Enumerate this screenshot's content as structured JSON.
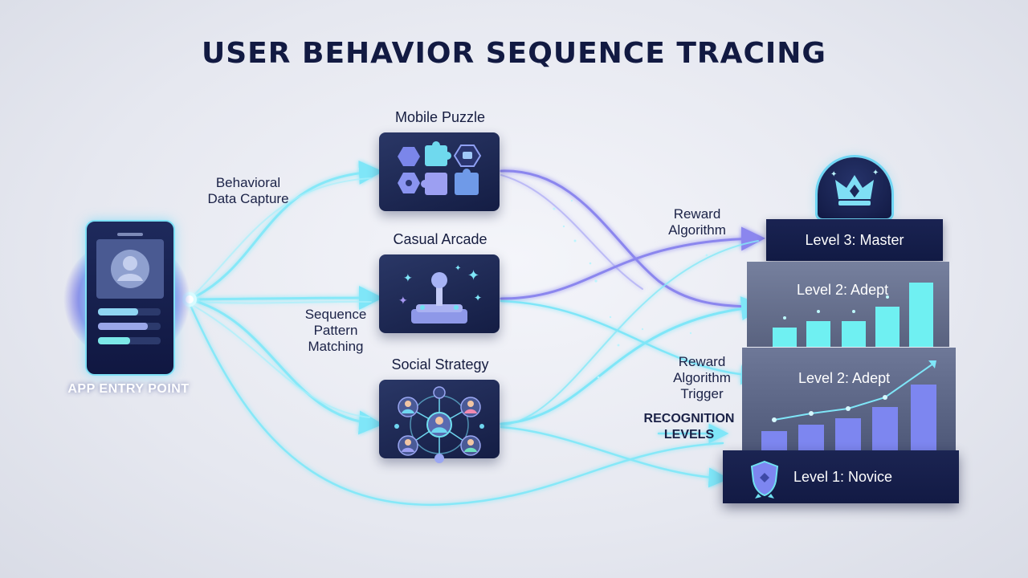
{
  "title": "USER BEHAVIOR SEQUENCE TRACING",
  "entry": {
    "label": "APP ENTRY POINT"
  },
  "flow_labels": {
    "capture": [
      "Behavioral",
      "Data Capture"
    ],
    "pattern": [
      "Sequence",
      "Pattern",
      "Matching"
    ],
    "reward": [
      "Reward",
      "Algorithm"
    ],
    "trigger": [
      "Reward",
      "Algorithm",
      "Trigger"
    ],
    "recognition": [
      "RECOGNITION",
      "LEVELS"
    ]
  },
  "games": [
    {
      "name": "Mobile Puzzle",
      "icon": "puzzle-icon"
    },
    {
      "name": "Casual Arcade",
      "icon": "joystick-icon"
    },
    {
      "name": "Social Strategy",
      "icon": "social-network-icon"
    }
  ],
  "levels": {
    "master": "Level 3: Master",
    "adept_upper": "Level 2: Adept",
    "adept_lower": "Level 2: Adept",
    "novice": "Level 1: Novice"
  },
  "icons": {
    "crown": "crown-icon",
    "shield": "shield-badge-icon",
    "phone": "smartphone-icon"
  },
  "colors": {
    "flow_cyan": "#7fe6f8",
    "flow_purple": "#8b86ee",
    "navy": "#121a44",
    "bar_cyan": "#6ff0f2",
    "bar_purple": "#7d86f0"
  }
}
